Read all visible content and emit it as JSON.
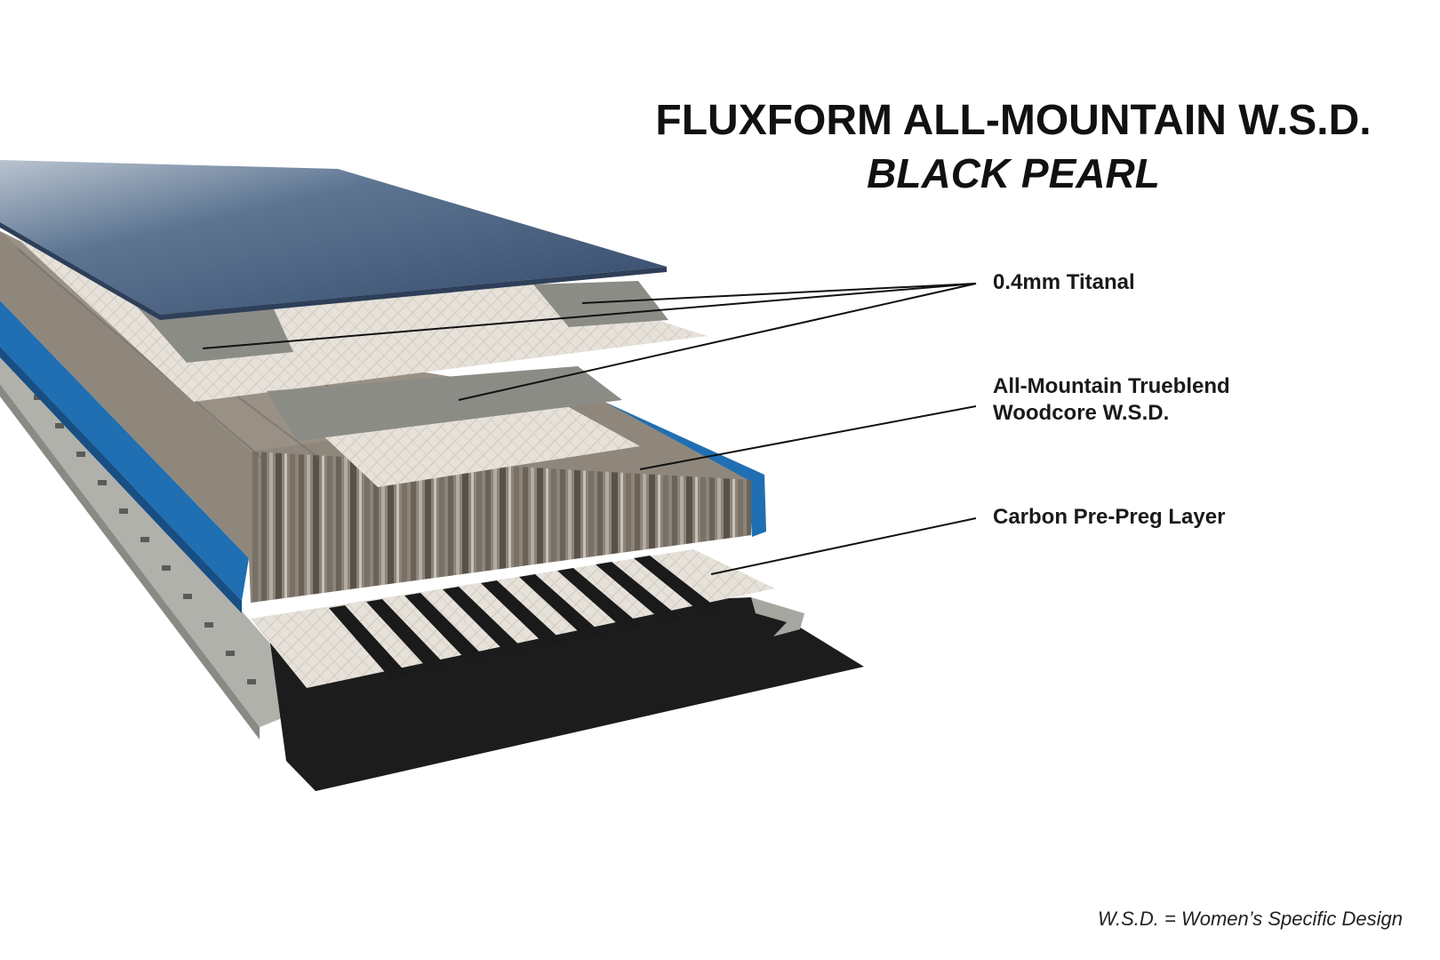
{
  "title": {
    "line1": "FLUXFORM ALL-MOUNTAIN W.S.D.",
    "line2": "BLACK PEARL"
  },
  "labels": {
    "titanal": "0.4mm Titanal",
    "woodcore_line1": "All-Mountain Trueblend",
    "woodcore_line2": "Woodcore W.S.D.",
    "carbon": "Carbon Pre-Preg Layer"
  },
  "footnote": "W.S.D. = Women’s Specific Design",
  "colors": {
    "sidewall_blue": "#1f6fb2",
    "topsheet": "#4c6a8f",
    "titanal": "#8c8c86",
    "base": "#1c1c1c",
    "edge": "#a7a7a1"
  }
}
